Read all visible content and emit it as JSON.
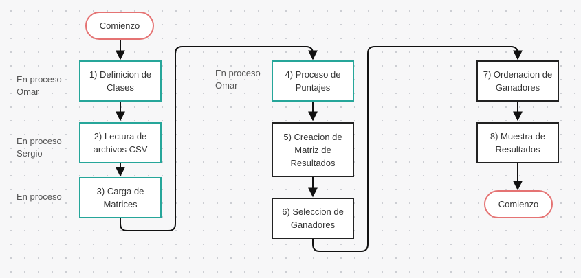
{
  "nodes": {
    "start": "Comienzo",
    "n1": "1) Definicion de Clases",
    "n2": "2) Lectura de archivos CSV",
    "n3": "3) Carga de Matrices",
    "n4": "4) Proceso de Puntajes",
    "n5": "5) Creacion de Matriz de Resultados",
    "n6": "6) Seleccion de Ganadores",
    "n7": "7) Ordenacion de Ganadores",
    "n8": "8) Muestra de Resultados",
    "end": "Comienzo"
  },
  "notes": {
    "omar_1": "En proceso Omar",
    "sergio": "En proceso Sergio",
    "generic": "En proceso",
    "omar_2": "En proceso Omar"
  },
  "colors": {
    "teal": "#26a69a",
    "black": "#222222",
    "pill": "#e57373"
  }
}
